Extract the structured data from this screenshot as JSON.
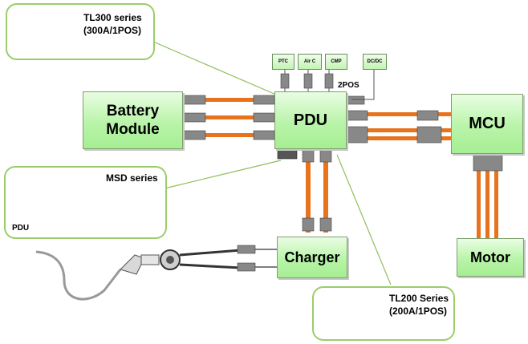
{
  "modules": {
    "battery": "Battery\nModule",
    "pdu": "PDU",
    "mcu": "MCU",
    "charger": "Charger",
    "motor": "Motor"
  },
  "loads": {
    "ptc": "PTC",
    "air_c": "Air C",
    "cmp": "CMP",
    "dcdc": "DC/DC"
  },
  "pos_label": "2POS",
  "callouts": {
    "tl300": {
      "line1": "TL300 series",
      "line2": "(300A/1POS)"
    },
    "msd": {
      "title": "MSD series",
      "pdu_caption": "PDU"
    },
    "tl200": {
      "line1": "TL200 Series",
      "line2": "(200A/1POS)"
    }
  },
  "colors": {
    "cable_orange": "#e8731c",
    "module_green": "#b9f4a9",
    "callout_border": "#9acd6a",
    "leader_line": "#8fbf5a"
  }
}
